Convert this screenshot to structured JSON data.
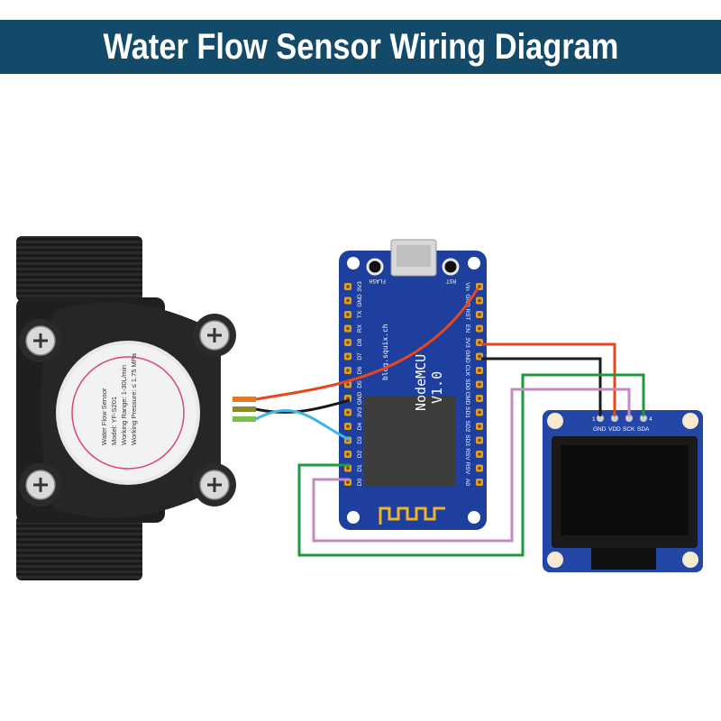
{
  "header": {
    "title": "Water Flow Sensor Wiring Diagram"
  },
  "colors": {
    "header_bg": "#134a6a",
    "wire_red": "#e8471e",
    "wire_black": "#1a1a1a",
    "wire_blue": "#3fb7e4",
    "wire_green": "#1f9a3b",
    "wire_pink": "#c58ac0",
    "nodemcu_board": "#1e3f9e",
    "oled_board": "#2446a6"
  },
  "sensor": {
    "lines": [
      "Water Flow Sensor",
      "Model: YF-S201",
      "Working Range: 1-30L/min",
      "Working Pressure: ≤ 1.75 MPa"
    ]
  },
  "nodemcu": {
    "flash_label": "FLASH",
    "rst_label": "RST",
    "name": "NodeMCU",
    "version": "V1.0",
    "website": "blog.squix.ch",
    "left_pins": [
      "3V3",
      "GND",
      "TX",
      "RX",
      "D8",
      "D7",
      "D6",
      "D5",
      "GND",
      "3V3",
      "D4",
      "D3",
      "D2",
      "D1",
      "D0"
    ],
    "right_pins": [
      "Vin",
      "GND",
      "RST",
      "EN",
      "3V3",
      "GND",
      "CLK",
      "SD0",
      "CMD",
      "SD1",
      "SD2",
      "SD3",
      "RSV",
      "RSV",
      "A0"
    ]
  },
  "oled": {
    "pin_numbers": [
      "1",
      "4"
    ],
    "pins": [
      "GND",
      "VDD",
      "SCK",
      "SDA"
    ]
  }
}
